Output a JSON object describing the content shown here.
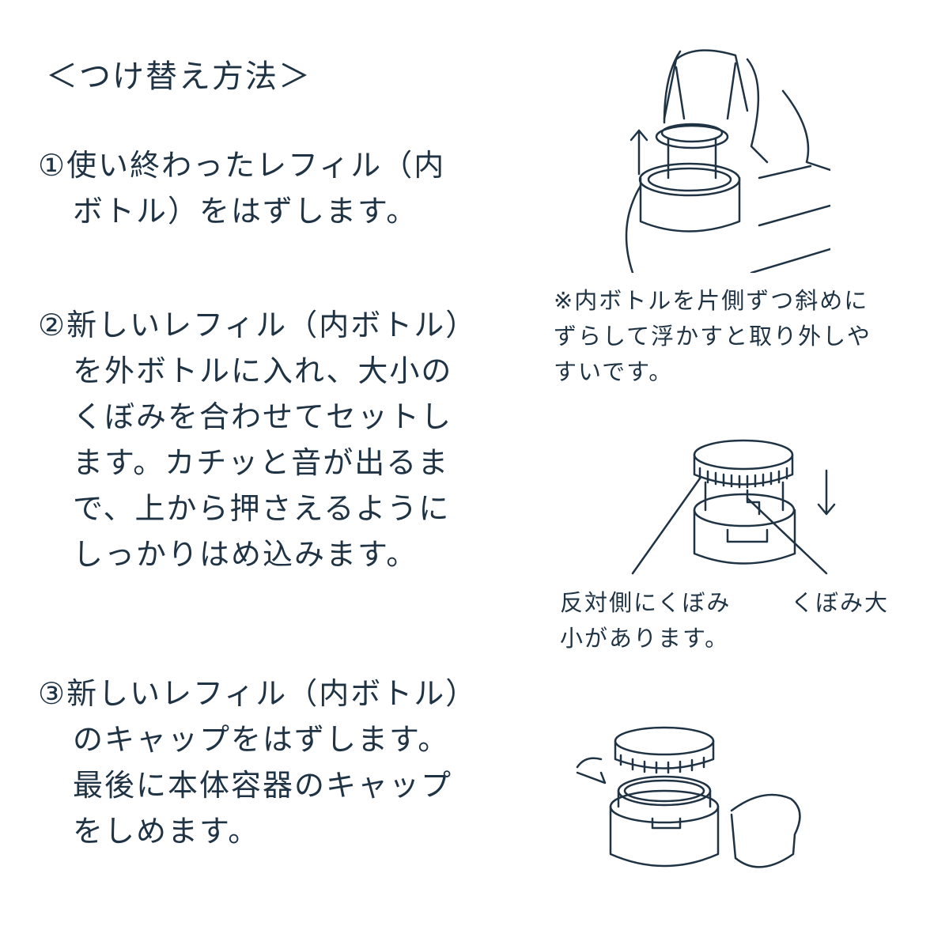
{
  "title": "＜つけ替え方法＞",
  "steps": [
    {
      "lines": [
        "①使い終わったレフィル（内",
        "ボトル）をはずします。"
      ]
    },
    {
      "lines": [
        "②新しいレフィル（内ボトル）",
        "を外ボトルに入れ、大小の",
        "くぼみを合わせてセットし",
        "ます。カチッと音が出るま",
        "で、上から押さえるように",
        "しっかりはめ込みます。"
      ]
    },
    {
      "lines": [
        "③新しいレフィル（内ボトル）",
        "のキャップをはずします。",
        "最後に本体容器のキャップ",
        "をしめます。"
      ]
    }
  ],
  "notes": {
    "remove_tip": [
      "※内ボトルを片側ずつ斜めに",
      "ずらして浮かすと取り外しや",
      "すいです。"
    ],
    "small_notch": [
      "反対側にくぼみ",
      "小があります。"
    ],
    "large_notch": "くぼみ大"
  },
  "colors": {
    "text": "#1f3344",
    "background": "#ffffff"
  }
}
